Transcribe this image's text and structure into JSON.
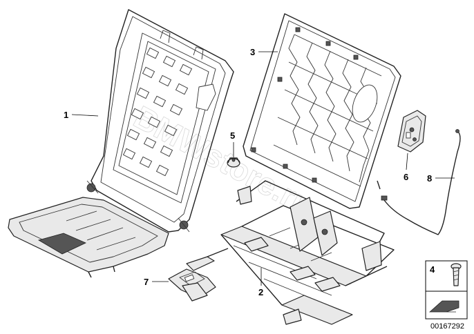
{
  "diagram": {
    "image_code": "00167292",
    "watermark": "BMWstore.ru"
  },
  "callouts": [
    {
      "label": "1"
    },
    {
      "label": "2"
    },
    {
      "label": "3"
    },
    {
      "label": "4"
    },
    {
      "label": "5"
    },
    {
      "label": "6"
    },
    {
      "label": "7"
    },
    {
      "label": "8"
    }
  ]
}
